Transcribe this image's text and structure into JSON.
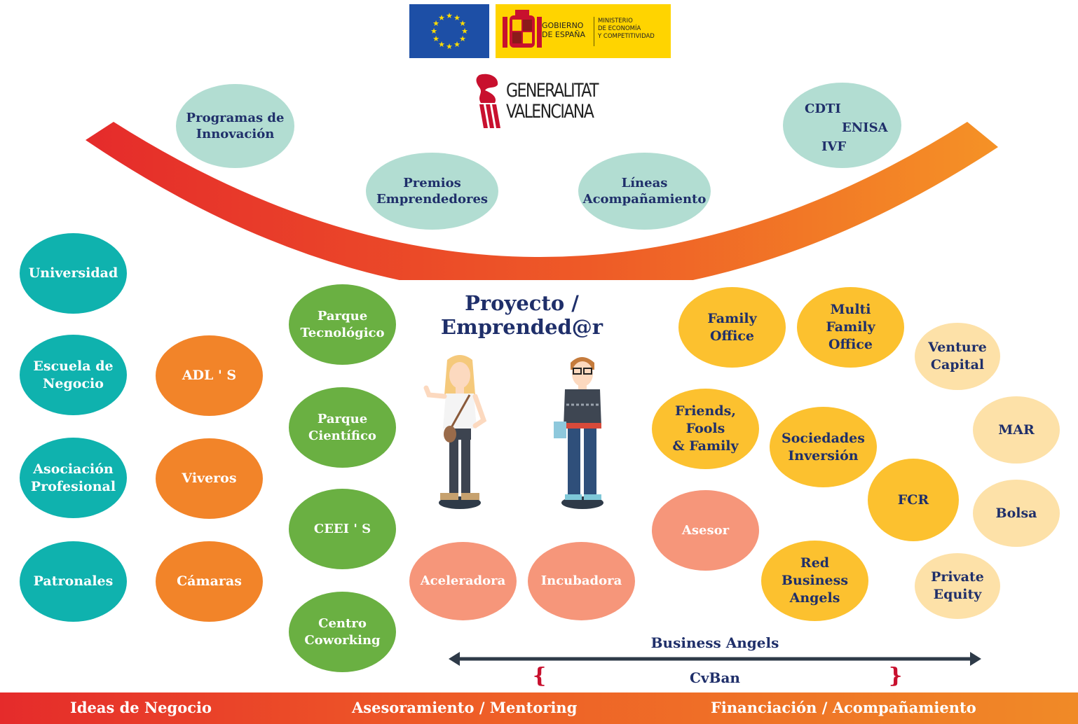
{
  "header": {
    "spain_gov": "GOBIERNO\nDE ESPAÑA",
    "spain_ministry": "MINISTERIO\nDE ECONOMÍA\nY COMPETITIVIDAD",
    "gva_line1": "GENERALITAT",
    "gva_line2": "VALENCIANA"
  },
  "public_programs": [
    {
      "id": "programas",
      "text": "Programas de\nInnovación"
    },
    {
      "id": "premios",
      "text": "Premios\nEmprendedores"
    },
    {
      "id": "lineas",
      "text": "Líneas\nAcompañamiento"
    }
  ],
  "public_funds": [
    "CDTI",
    "ENISA",
    "IVF"
  ],
  "center_title": "Proyecto /\nEmprended@r",
  "left_column": [
    "Universidad",
    "Escuela de\nNegocio",
    "Asociación\nProfesional",
    "Patronales"
  ],
  "orange_column": [
    "ADL ' S",
    "Viveros",
    "Cámaras"
  ],
  "green_column": [
    "Parque\nTecnológico",
    "Parque\nCientífico",
    "CEEI ' S",
    "Centro\nCoworking"
  ],
  "support_nodes": [
    "Aceleradora",
    "Incubadora",
    "Asesor"
  ],
  "finance_nodes": [
    "Family\nOffice",
    "Multi\nFamily\nOffice",
    "Friends, Fools\n& Family",
    "Sociedades\nInversión",
    "FCR",
    "Red\nBusiness\nAngels"
  ],
  "market_nodes": [
    "Venture\nCapital",
    "MAR",
    "Bolsa",
    "Private\nEquity"
  ],
  "arrow": {
    "label": "Business Angels",
    "sub_label": "CvBan",
    "brace_left": "{",
    "brace_right": "}"
  },
  "bottom_bar": [
    "Ideas de Negocio",
    "Asesoramiento / Mentoring",
    "Financiación / Acompañamiento"
  ],
  "colors": {
    "teal": "#0fb2ae",
    "orange": "#f28429",
    "green": "#6ab042",
    "salmon": "#f6967a",
    "gold": "#fcc12f",
    "pale": "#fde1a8",
    "mint": "#b2ddd2",
    "navy": "#1f2f6a",
    "red": "#c8102e"
  }
}
